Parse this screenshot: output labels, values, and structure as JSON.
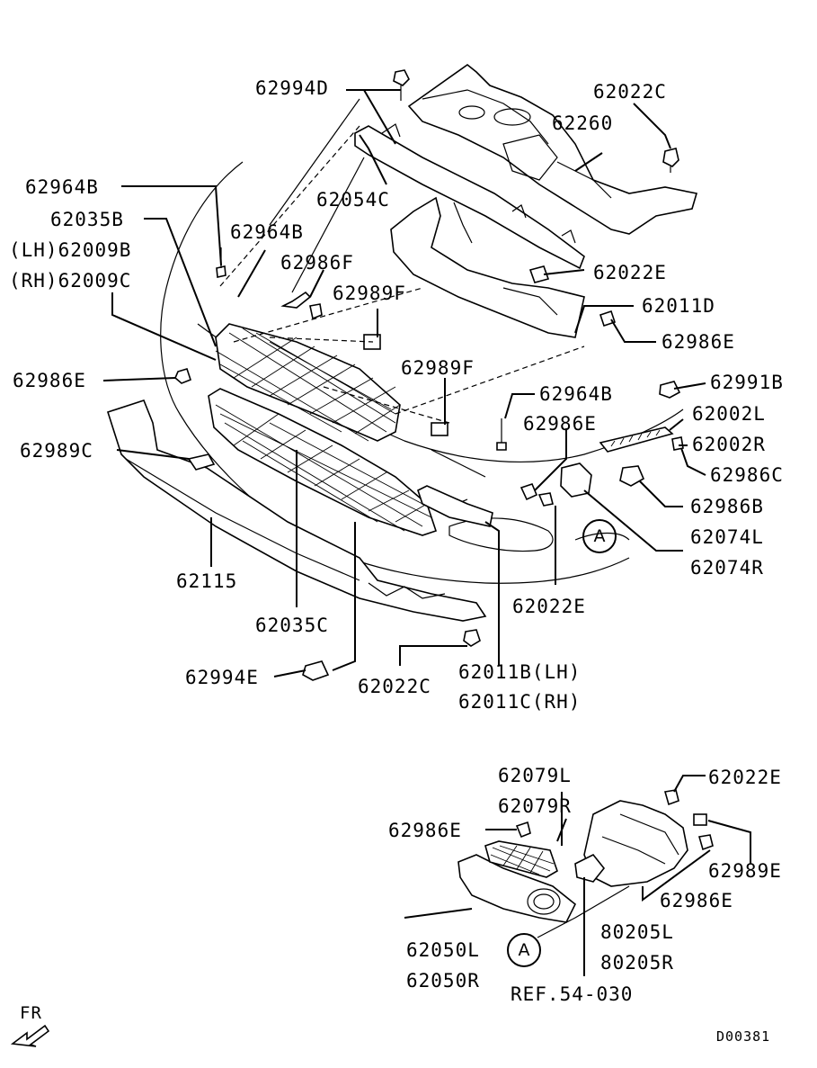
{
  "diagram": {
    "labels": {
      "p62994D": "62994D",
      "p62022C_top": "62022C",
      "p62260": "62260",
      "p62964B_a": "62964B",
      "p62054C": "62054C",
      "p62035B": "62035B",
      "p62964B_b": "62964B",
      "lh62009B": "(LH)62009B",
      "p62986F": "62986F",
      "rh62009C": "(RH)62009C",
      "p62989F_a": "62989F",
      "p62022E_a": "62022E",
      "p62011D": "62011D",
      "p62986E_a": "62986E",
      "p62986E_b": "62986E",
      "p62989F_b": "62989F",
      "p62991B": "62991B",
      "p62964B_c": "62964B",
      "p62002L": "62002L",
      "p62986E_c": "62986E",
      "p62002R": "62002R",
      "p62989C": "62989C",
      "p62986C": "62986C",
      "p62986B": "62986B",
      "p62074L": "62074L",
      "p62115": "62115",
      "p62074R": "62074R",
      "p62022E_b": "62022E",
      "p62035C": "62035C",
      "p62011B": "62011B(LH)",
      "p62994E": "62994E",
      "p62022C_b": "62022C",
      "p62011C": "62011C(RH)",
      "p62079L": "62079L",
      "p62022E_c": "62022E",
      "p62079R": "62079R",
      "p62986E_d": "62986E",
      "p62989E": "62989E",
      "p62986E_e": "62986E",
      "p80205L": "80205L",
      "p62050L": "62050L",
      "p80205R": "80205R",
      "p62050R": "62050R",
      "ref": "REF.54-030",
      "circleA1": "A",
      "circleA2": "A",
      "fr": "FR",
      "code": "D00381"
    }
  }
}
